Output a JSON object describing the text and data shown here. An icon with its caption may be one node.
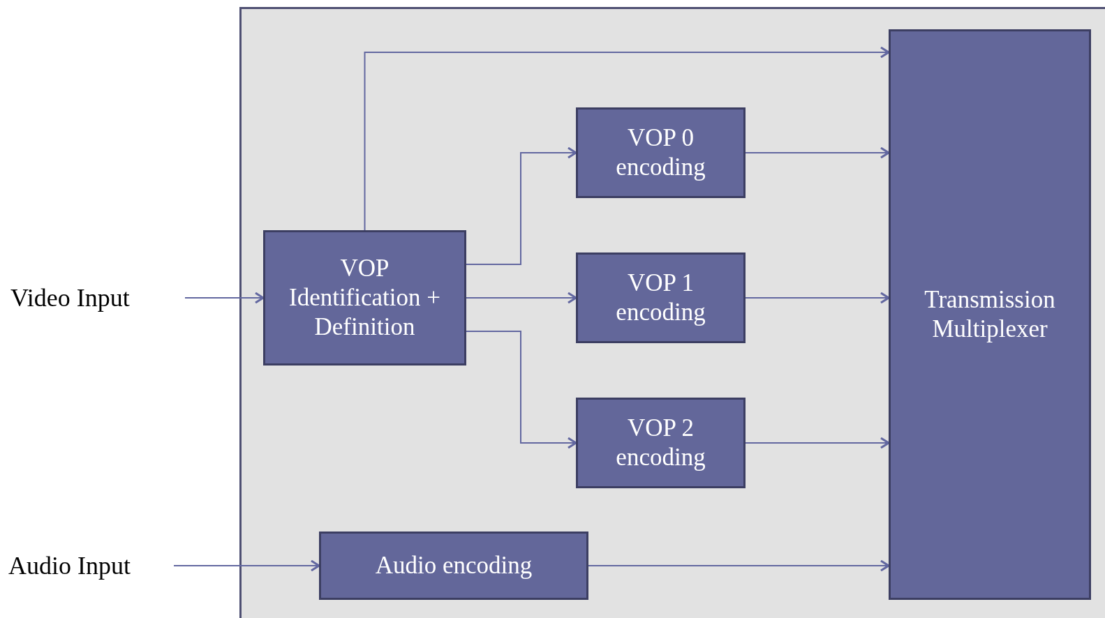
{
  "diagram": {
    "nodes": [
      {
        "text": [],
        "shape": "box"
      },
      {
        "text": [
          "Video Input"
        ]
      },
      {
        "text": [
          "Audio Input"
        ]
      },
      {
        "text": [
          "VOP Identification + Definition"
        ],
        "in": 0
      },
      {
        "text": [
          "VOP 0 encoding"
        ],
        "in": 0
      },
      {
        "text": [
          "VOP 1 encoding"
        ],
        "in": 0
      },
      {
        "text": [
          "VOP 2 encoding"
        ],
        "in": 0
      },
      {
        "text": [
          "Audio encoding"
        ],
        "in": 0
      },
      {
        "text": [
          "Transmission Multiplexer"
        ],
        "in": 0
      }
    ],
    "edges": [
      {
        "from": 1,
        "to": 3,
        "arrow": "to"
      },
      {
        "from": 2,
        "to": 7,
        "arrow": "to"
      },
      {
        "from": 3,
        "to": 8,
        "arrow": "to"
      },
      {
        "from": 3,
        "to": 4,
        "arrow": "to"
      },
      {
        "from": 3,
        "to": 5,
        "arrow": "to"
      },
      {
        "from": 3,
        "to": 6,
        "arrow": "to"
      },
      {
        "from": 4,
        "to": 8,
        "arrow": "to"
      },
      {
        "from": 5,
        "to": 8,
        "arrow": "to"
      },
      {
        "from": 6,
        "to": 8,
        "arrow": "to"
      },
      {
        "from": 7,
        "to": 8,
        "arrow": "to"
      }
    ]
  }
}
